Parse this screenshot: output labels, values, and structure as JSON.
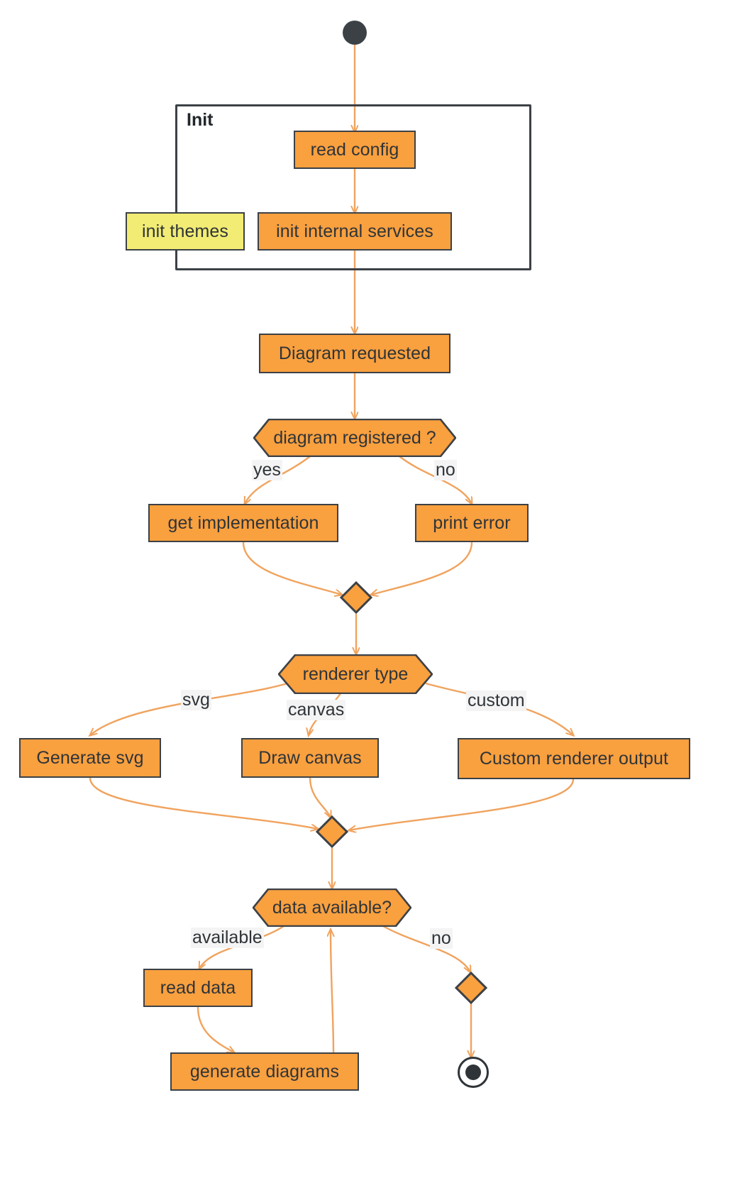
{
  "diagram": {
    "title": "Mermaid state / activity diagram",
    "type": "activity-flowchart",
    "colors": {
      "node_fill": "#f9a03f",
      "node_alt_fill": "#f2ec74",
      "node_stroke": "#3c4146",
      "edge_stroke": "#f0a35e",
      "text": "#2f3438",
      "background": "#ffffff"
    },
    "group": {
      "label": "Init"
    },
    "nodes": {
      "start": "start-node",
      "read_config": "read config",
      "init_themes": "init themes",
      "init_internal_services": "init internal services",
      "diagram_requested": "Diagram requested",
      "diagram_registered": "diagram registered ?",
      "get_implementation": "get implementation",
      "print_error": "print error",
      "merge_1": "merge-node",
      "renderer_type": "renderer type",
      "generate_svg": "Generate svg",
      "draw_canvas": "Draw canvas",
      "custom_renderer_output": "Custom renderer output",
      "merge_2": "merge-node",
      "data_available": "data available?",
      "read_data": "read data",
      "generate_diagrams": "generate diagrams",
      "merge_3": "merge-node",
      "end": "end-node"
    },
    "edge_labels": {
      "yes": "yes",
      "no": "no",
      "svg": "svg",
      "canvas": "canvas",
      "custom": "custom",
      "available": "available",
      "no2": "no"
    }
  }
}
